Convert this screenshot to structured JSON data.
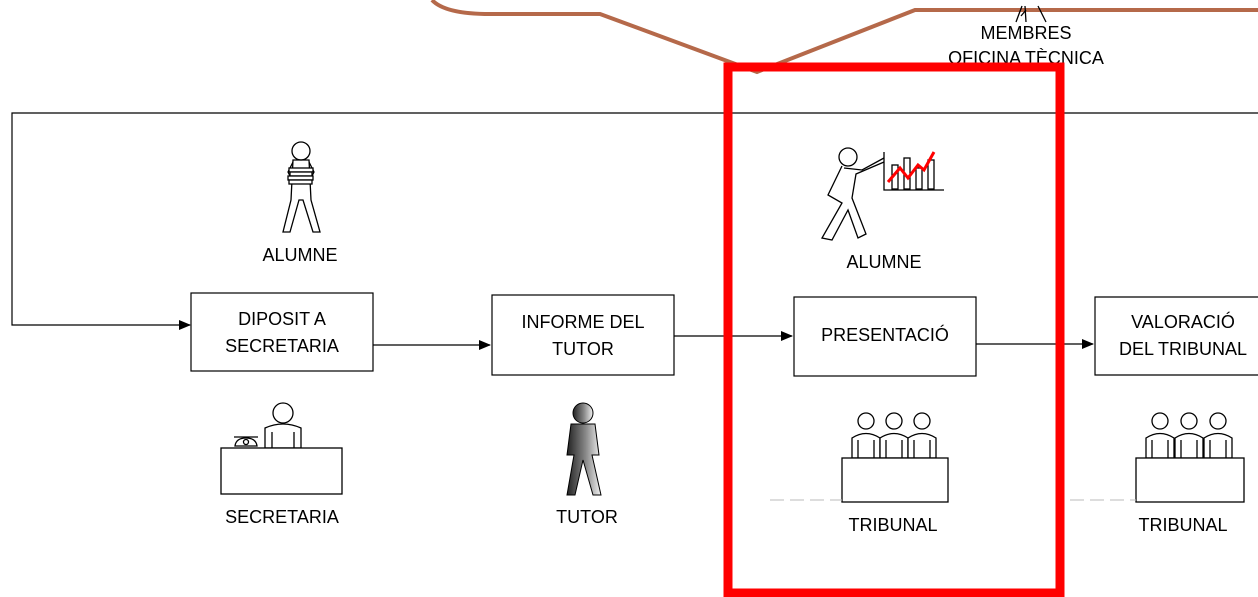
{
  "top_label": {
    "line1": "MEMBRES",
    "line2": "OFICINA TÈCNICA"
  },
  "actors": {
    "alumne_1": "ALUMNE",
    "alumne_2": "ALUMNE",
    "secretaria": "SECRETARIA",
    "tutor": "TUTOR",
    "tribunal_1": "TRIBUNAL",
    "tribunal_2": "TRIBUNAL"
  },
  "steps": {
    "diposit": {
      "line1": "DIPOSIT A",
      "line2": "SECRETARIA"
    },
    "informe": {
      "line1": "INFORME DEL",
      "line2": "TUTOR"
    },
    "presentacio": {
      "line1": "PRESENTACIÓ"
    },
    "valoracio": {
      "line1": "VALORACIÓ",
      "line2": "DEL TRIBUNAL"
    }
  },
  "colors": {
    "highlight": "#ff0000",
    "callout": "#b5694a",
    "chart_trend": "#ff0000"
  }
}
